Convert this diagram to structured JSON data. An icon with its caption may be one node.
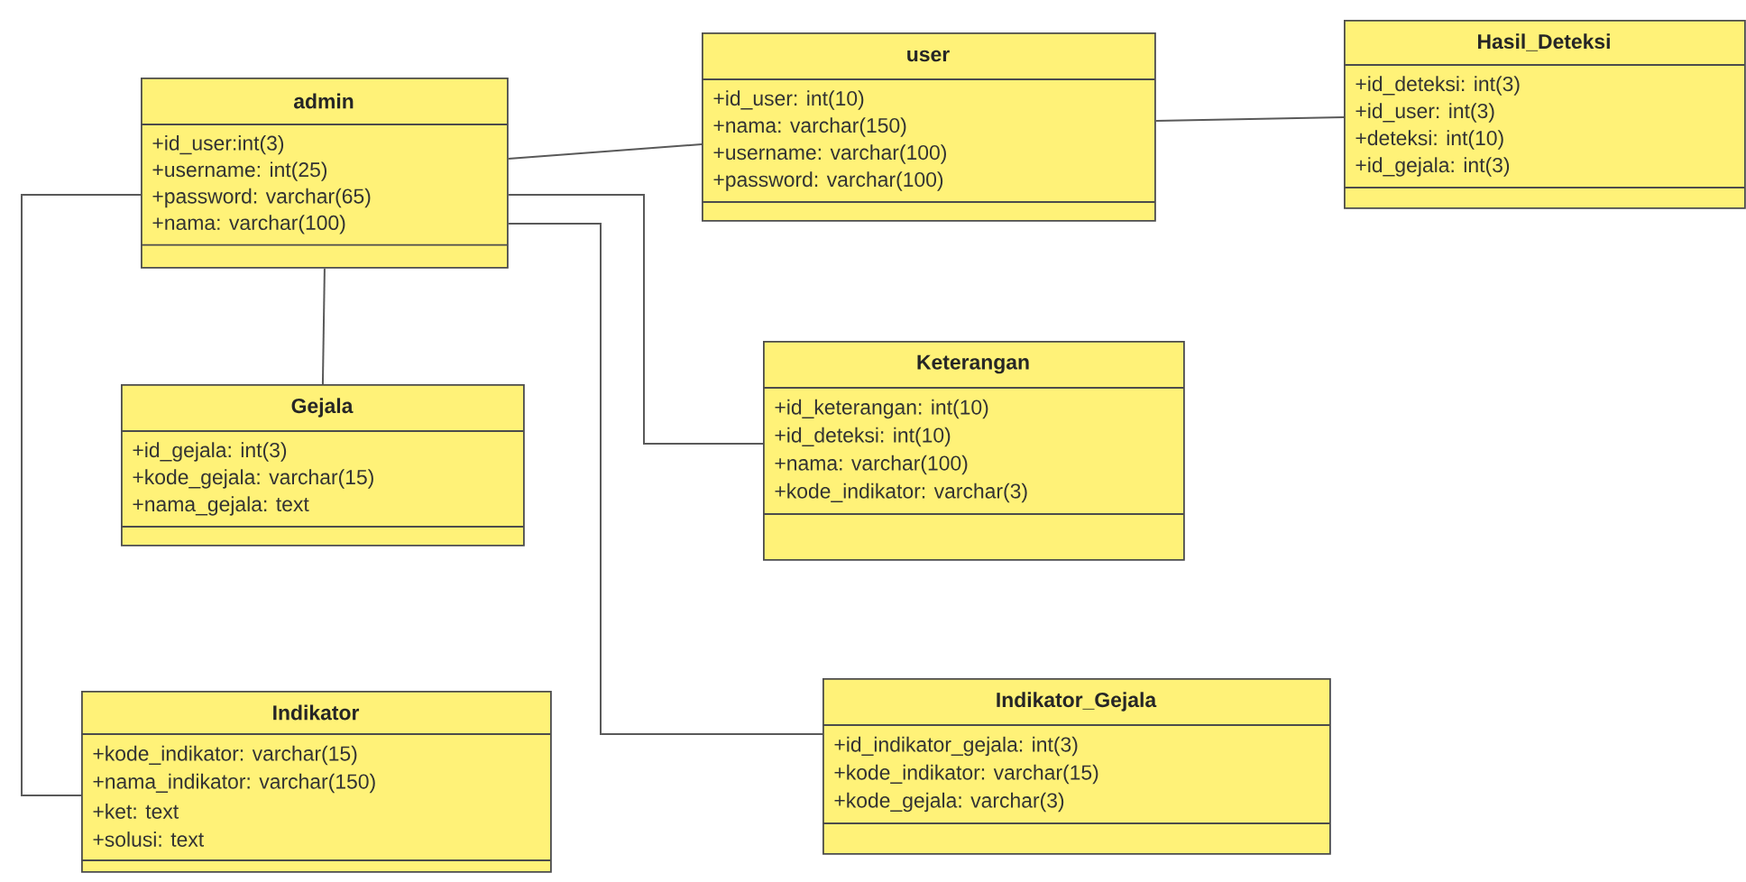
{
  "diagram": {
    "nodes": [
      {
        "text": [
          "admin",
          "+id_user:int(3)",
          "+username: int(25)",
          "+password: varchar(65)",
          "+nama: varchar(100)"
        ]
      },
      {
        "text": [
          "user",
          "+id_user: int(10)",
          "+nama: varchar(150)",
          "+username: varchar(100)",
          "+password: varchar(100)"
        ]
      },
      {
        "text": [
          "Hasil_Deteksi",
          "+id_deteksi: int(3)",
          "+id_user: int(3)",
          "+deteksi: int(10)",
          "+id_gejala: int(3)"
        ]
      },
      {
        "text": [
          "Gejala",
          "+id_gejala: int(3)",
          "+kode_gejala: varchar(15)",
          "+nama_gejala: text"
        ]
      },
      {
        "text": [
          "Keterangan",
          "+id_keterangan: int(10)",
          "+id_deteksi: int(10)",
          "+nama: varchar(100)",
          "+kode_indikator: varchar(3)"
        ]
      },
      {
        "text": [
          "Indikator",
          "+kode_indikator: varchar(15)",
          "+nama_indikator: varchar(150)",
          "+ket: text",
          "+solusi: text"
        ]
      },
      {
        "text": [
          "Indikator_Gejala",
          "+id_indikator_gejala: int(3)",
          "+kode_indikator: varchar(15)",
          "+kode_gejala: varchar(3)"
        ]
      }
    ],
    "edges": [
      {
        "from": 0,
        "to": 1,
        "arrow": "none"
      },
      {
        "from": 1,
        "to": 2,
        "arrow": "none"
      },
      {
        "from": 0,
        "to": 3,
        "arrow": "none"
      },
      {
        "from": 0,
        "to": 4,
        "arrow": "none"
      },
      {
        "from": 0,
        "to": 5,
        "arrow": "none"
      },
      {
        "from": 0,
        "to": 6,
        "arrow": "none"
      }
    ]
  }
}
